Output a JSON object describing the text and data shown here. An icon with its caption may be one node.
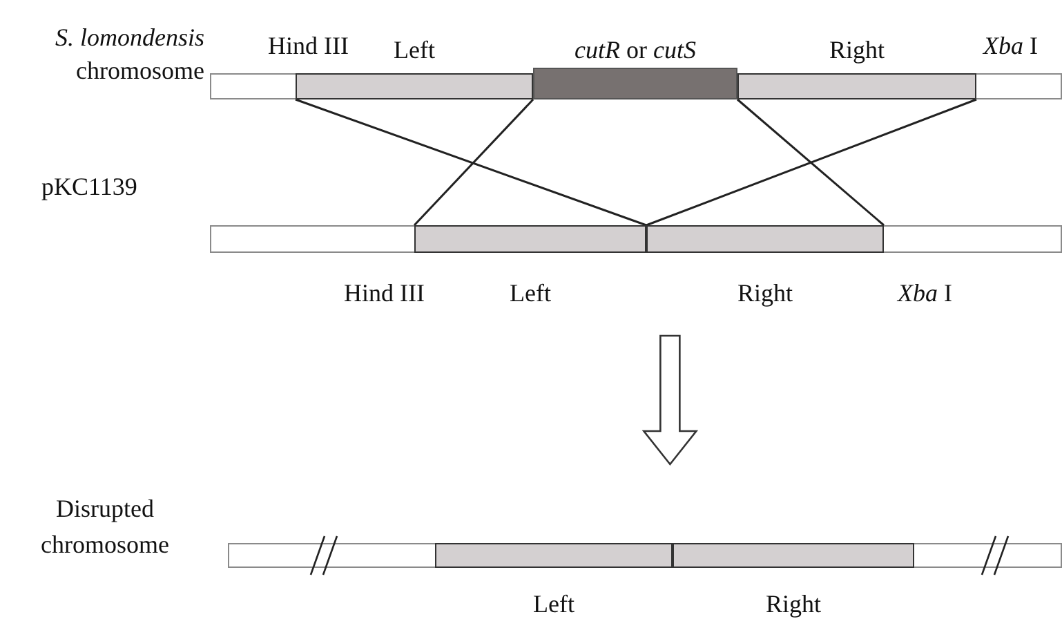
{
  "diagram": {
    "nodes": [
      {
        "text": [
          "*S. lomondensis* chromosome"
        ]
      },
      {
        "text": [
          "Left"
        ],
        "in": 0
      },
      {
        "text": [
          "*cutR* or *cutS*"
        ],
        "in": 0
      },
      {
        "text": [
          "Right"
        ],
        "in": 0
      },
      {
        "text": [],
        "shape": "bar"
      },
      {
        "text": [
          "Left"
        ],
        "in": 4
      },
      {
        "text": [
          "Right"
        ],
        "in": 4
      },
      {
        "text": [
          "Disrupted chromosome"
        ]
      },
      {
        "text": [
          "Left"
        ],
        "in": 7
      },
      {
        "text": [
          "Right"
        ],
        "in": 7
      }
    ],
    "edges": [
      {
        "from": 1,
        "to": 5,
        "arrow": "none"
      },
      {
        "from": 1,
        "to": 5,
        "arrow": "none"
      },
      {
        "from": 3,
        "to": 6,
        "arrow": "none"
      },
      {
        "from": 3,
        "to": 6,
        "arrow": "none"
      },
      {
        "from": 4,
        "to": 7,
        "arrow": "to",
        "style": "thick"
      }
    ],
    "labels": [
      "Hind III",
      "*Xba* I",
      "pKC1139",
      "Hind III",
      "*Xba* I"
    ]
  }
}
